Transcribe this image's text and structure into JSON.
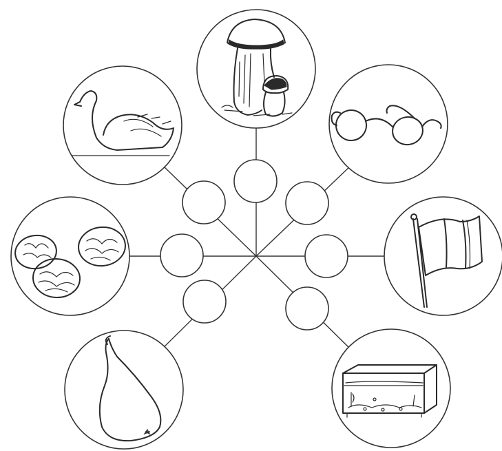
{
  "worksheet": {
    "line_color": "#333333",
    "pictures": [
      {
        "id": "mushroom",
        "icon": "mushroom-icon"
      },
      {
        "id": "glasses",
        "icon": "glasses-icon"
      },
      {
        "id": "flag",
        "icon": "flag-icon"
      },
      {
        "id": "aquarium",
        "icon": "aquarium-icon"
      },
      {
        "id": "pear",
        "icon": "pear-icon"
      },
      {
        "id": "walnuts",
        "icon": "walnuts-icon"
      },
      {
        "id": "swan",
        "icon": "swan-icon"
      }
    ],
    "answer_circles": [
      {
        "for": "mushroom",
        "value": ""
      },
      {
        "for": "glasses",
        "value": ""
      },
      {
        "for": "flag",
        "value": ""
      },
      {
        "for": "aquarium",
        "value": ""
      },
      {
        "for": "pear",
        "value": ""
      },
      {
        "for": "walnuts",
        "value": ""
      },
      {
        "for": "swan",
        "value": ""
      }
    ]
  }
}
